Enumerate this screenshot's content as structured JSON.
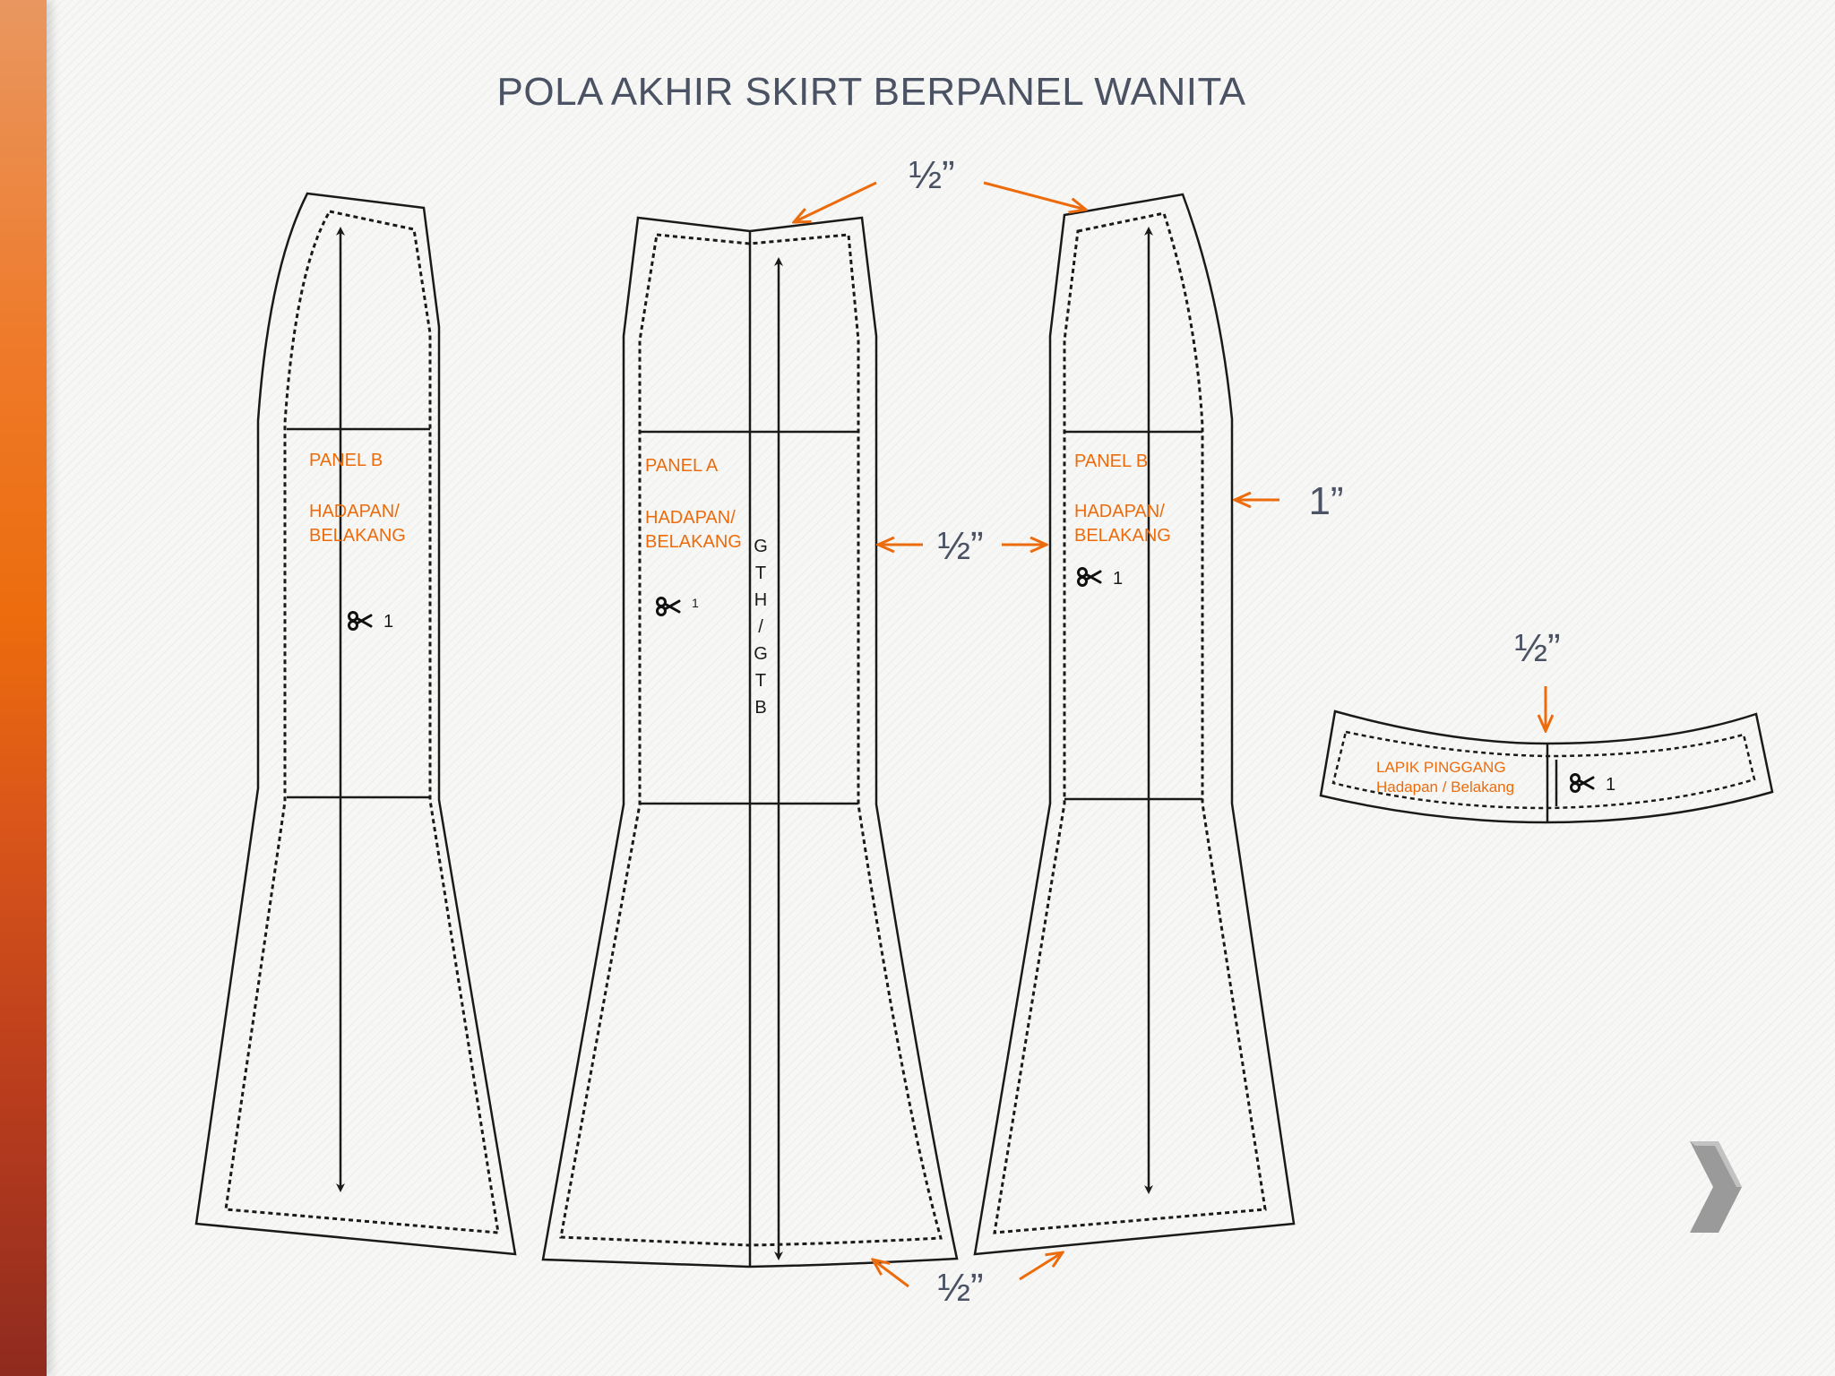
{
  "title": "POLA AKHIR SKIRT BERPANEL WANITA",
  "panels": [
    {
      "name": "PANEL B",
      "side": "HADAPAN/",
      "side2": "BELAKANG",
      "cut_count": "1"
    },
    {
      "name": "PANEL A",
      "side": "HADAPAN/",
      "side2": "BELAKANG",
      "cut_count": "1"
    },
    {
      "name": "PANEL B",
      "side": "HADAPAN/",
      "side2": "BELAKANG",
      "cut_count": "1"
    }
  ],
  "grain_label": [
    "G",
    "T",
    "H",
    "/",
    "G",
    "T",
    "B"
  ],
  "waistband": {
    "name": "LAPIK PINGGANG",
    "side": "Hadapan / Belakang",
    "cut_count": "1"
  },
  "allowances": {
    "waist_top": "½”",
    "side_seam": "½”",
    "hem": "½”",
    "side_right": "1”",
    "waistband_top": "½”"
  },
  "colors": {
    "accent": "#ec6c0d",
    "line": "#1a1a1a",
    "title": "#4a5263",
    "nav": "#9a9a9a"
  },
  "icons": {
    "scissors": "scissors-icon",
    "next": "chevron-right-icon"
  }
}
